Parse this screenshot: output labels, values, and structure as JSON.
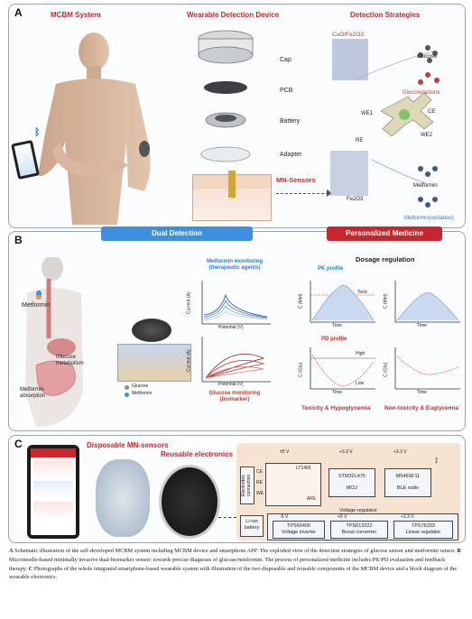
{
  "panel_a": {
    "label": "A",
    "system_title": "MCBM System",
    "device_title": "Wearable Detection Device",
    "strategy_title": "Detection Strategies",
    "components": [
      "Cap",
      "PCB",
      "Battery",
      "Adapter"
    ],
    "mn_sensors": "MN-Sensors",
    "catalyst": "CuO/Fe2O3",
    "glucose": "Glucose",
    "gluconolactone": "Gluconolactone",
    "we1": "WE1",
    "ce": "CE",
    "re": "RE",
    "we2": "WE2",
    "fe2o3": "Fe2O3",
    "metformin": "Metformin",
    "metformin_ox": "Metformin(oxidation)"
  },
  "panel_b": {
    "label": "B",
    "dual_detection": "Dual Detection",
    "personalized_medicine": "Personalized  Medicine",
    "metformin_drug": "Metformin",
    "glucose_metabolism": "Glucose\nmetabolism",
    "metformin_absorption": "Metformin\nabsorption",
    "legend_glucose": "Glucose",
    "legend_metformin": "Metformin",
    "metformin_monitoring": "Metformin monitoring\n(therapeutic agents)",
    "glucose_monitoring": "Glucose monitoring\n(biomarker)",
    "current_label": "Current (A)",
    "potential_label": "Potential (V)",
    "dosage_regulation": "Dosage regulation",
    "pk_profile": "PK profile",
    "pd_profile": "PD profile",
    "toxic": "Toxic",
    "high": "High",
    "low": "Low",
    "c_met": "C (Met)",
    "c_glu": "C (Glu)",
    "time": "Time",
    "toxicity_caption": "Toxicity & Hypoglycemia",
    "nontoxicity_caption": "Non-toxicity & Euglycemia"
  },
  "panel_c": {
    "label": "C",
    "disposable": "Disposable MN-sensors",
    "reusable": "Reusable electronics",
    "electrodes": "Electrodes\nconnection",
    "v5": "±5 V",
    "v33a": "+3.3 V",
    "v33b": "+3.3 V",
    "ce": "CE",
    "re": "RE",
    "we": "WE",
    "lt": "LT1465",
    "afe": "AFE",
    "stm": "STM32L475",
    "mcu": "MCU",
    "ble_chip": "M546SF11",
    "ble": "BLE radio",
    "regulator_title": "Voltage regulator",
    "battery": "Li-ion\nbattery",
    "reg1_v": "-5 V",
    "reg1_chip": "TPS60400",
    "reg1_name": "Voltage inverter",
    "reg2_v": "+5 V",
    "reg2_chip": "TPS613222",
    "reg2_name": "Boost converter",
    "reg3_v": "+3.3 V",
    "reg3_chip": "TPS76333",
    "reg3_name": "Linear regulator"
  },
  "caption": {
    "a_label": "A",
    "a_text": " Schematic illustration of the self-developed MCBM system including MCBM device and smartphone APP. The exploded view of the detection strategies of glucose sensor and metformin sensor. ",
    "b_label": "B",
    "b_text": " Microneedle-based minimally invasive dual-biomarker sensor: towards precise diagnosis of glucose/metformin. The process of personalized medicine includes PK/PD evaluation and feedback therapy. ",
    "c_label": "C",
    "c_text": " Photographs of the whole integrated smartphone-based wearable system with illustration of the two disposable and reusable components of the MCBM device and a block diagram of the wearable electronics."
  },
  "colors": {
    "accent_red": "#d1232a",
    "accent_blue": "#2a7bd3",
    "pill_red": "#c8262c",
    "pill_blue": "#3d8fe0"
  }
}
